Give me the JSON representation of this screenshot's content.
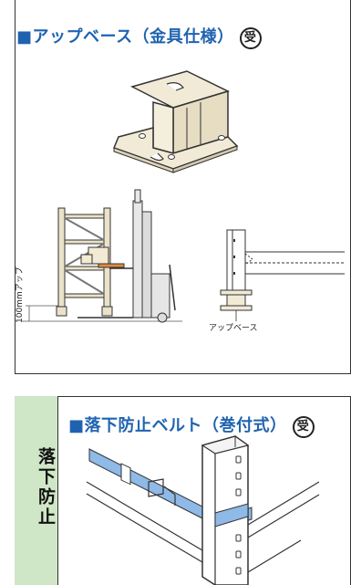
{
  "section1": {
    "title": "■アップベース（金具仕様）",
    "badge": "受",
    "caption_upbase": "アップベース",
    "caption_height": "100mmアップ"
  },
  "section2": {
    "category": "落下防止",
    "title": "■落下防止ベルト（巻付式）",
    "badge": "受"
  },
  "colors": {
    "title_blue": "#1f63b0",
    "sidebar_green": "#cfe6c7",
    "metal_beige": "#f1ead6",
    "belt_blue": "#8fb9e6"
  }
}
